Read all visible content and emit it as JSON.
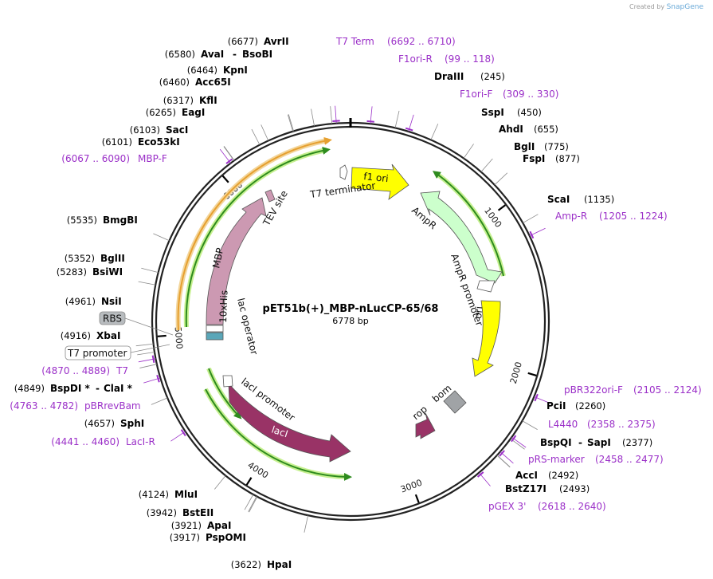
{
  "credit": {
    "prefix": "Created by",
    "brand": "SnapGene"
  },
  "plasmid": {
    "name": "pET51b(+)_MBP-nLucCP-65/68",
    "length": "6778 bp",
    "length_bp": 6778
  },
  "ticks": [
    {
      "label": "1000",
      "bp": 1000
    },
    {
      "label": "2000",
      "bp": 2000
    },
    {
      "label": "3000",
      "bp": 3000
    },
    {
      "label": "4000",
      "bp": 4000
    },
    {
      "label": "5000",
      "bp": 5000
    },
    {
      "label": "6000",
      "bp": 6000
    }
  ],
  "enzymes": [
    {
      "id": "avrii",
      "pos": "(6677)",
      "name": "AvrII",
      "bp": 6677
    },
    {
      "id": "avai",
      "pos": "(6580)",
      "name": "AvaI",
      "name2": "BsoBI",
      "bp": 6580
    },
    {
      "id": "kpni",
      "pos": "(6464)",
      "name": "KpnI",
      "bp": 6464
    },
    {
      "id": "acc65i",
      "pos": "(6460)",
      "name": "Acc65I",
      "bp": 6460
    },
    {
      "id": "kfli",
      "pos": "(6317)",
      "name": "KflI",
      "bp": 6317
    },
    {
      "id": "eagi",
      "pos": "(6265)",
      "name": "EagI",
      "bp": 6265
    },
    {
      "id": "saci",
      "pos": "(6103)",
      "name": "SacI",
      "bp": 6103
    },
    {
      "id": "eco53ki",
      "pos": "(6101)",
      "name": "Eco53kI",
      "bp": 6101
    },
    {
      "id": "bmgbi",
      "pos": "(5535)",
      "name": "BmgBI",
      "bp": 5535
    },
    {
      "id": "bglii",
      "pos": "(5352)",
      "name": "BglII",
      "bp": 5352
    },
    {
      "id": "bsiwi",
      "pos": "(5283)",
      "name": "BsiWI",
      "bp": 5283
    },
    {
      "id": "nsii",
      "pos": "(4961)",
      "name": "NsiI",
      "bp": 4961
    },
    {
      "id": "xbai",
      "pos": "(4916)",
      "name": "XbaI",
      "bp": 4916
    },
    {
      "id": "bspdi",
      "pos": "(4849)",
      "name": "BspDI *",
      "name2": "ClaI *",
      "bp": 4849
    },
    {
      "id": "sphi",
      "pos": "(4657)",
      "name": "SphI",
      "bp": 4657
    },
    {
      "id": "mlui",
      "pos": "(4124)",
      "name": "MluI",
      "bp": 4124
    },
    {
      "id": "bsteii",
      "pos": "(3942)",
      "name": "BstEII",
      "bp": 3942
    },
    {
      "id": "apai",
      "pos": "(3921)",
      "name": "ApaI",
      "bp": 3921
    },
    {
      "id": "pspomi",
      "pos": "(3917)",
      "name": "PspOMI",
      "bp": 3917
    },
    {
      "id": "hpai",
      "pos": "(3622)",
      "name": "HpaI",
      "bp": 3622
    },
    {
      "id": "draiii",
      "pos": "(245)",
      "name": "DraIII",
      "bp": 245
    },
    {
      "id": "sspi",
      "pos": "(450)",
      "name": "SspI",
      "bp": 450
    },
    {
      "id": "ahdi",
      "pos": "(655)",
      "name": "AhdI",
      "bp": 655
    },
    {
      "id": "bgli",
      "pos": "(775)",
      "name": "BglI",
      "bp": 775
    },
    {
      "id": "fspi",
      "pos": "(877)",
      "name": "FspI",
      "bp": 877
    },
    {
      "id": "scai",
      "pos": "(1135)",
      "name": "ScaI",
      "bp": 1135
    },
    {
      "id": "pcii",
      "pos": "(2260)",
      "name": "PciI",
      "bp": 2260
    },
    {
      "id": "bspqi",
      "pos": "(2377)",
      "name": "BspQI",
      "name2": "SapI",
      "bp": 2377
    },
    {
      "id": "acci",
      "pos": "(2492)",
      "name": "AccI",
      "bp": 2492
    },
    {
      "id": "bstz17i",
      "pos": "(2493)",
      "name": "BstZ17I",
      "bp": 2493
    }
  ],
  "primers": [
    {
      "id": "t7term",
      "name": "T7 Term",
      "range": "(6692 .. 6710)",
      "bp": 6701
    },
    {
      "id": "f1orir",
      "name": "F1ori-R",
      "range": "(99 .. 118)",
      "bp": 108
    },
    {
      "id": "f1orif",
      "name": "F1ori-F",
      "range": "(309 .. 330)",
      "bp": 320
    },
    {
      "id": "mbpf",
      "name": "MBP-F",
      "range": "(6067 .. 6090)",
      "bp": 6078
    },
    {
      "id": "ampr",
      "name": "Amp-R",
      "range": "(1205 .. 1224)",
      "bp": 1214
    },
    {
      "id": "t7",
      "name": "T7",
      "range": "(4870 .. 4889)",
      "bp": 4880
    },
    {
      "id": "pbrrevbam",
      "name": "pBRrevBam",
      "range": "(4763 .. 4782)",
      "bp": 4772
    },
    {
      "id": "lacir",
      "name": "LacI-R",
      "range": "(4441 .. 4460)",
      "bp": 4450
    },
    {
      "id": "pbr322orif",
      "name": "pBR322ori-F",
      "range": "(2105 .. 2124)",
      "bp": 2114
    },
    {
      "id": "l4440",
      "name": "L4440",
      "range": "(2358 .. 2375)",
      "bp": 2366
    },
    {
      "id": "prsmarker",
      "name": "pRS-marker",
      "range": "(2458 .. 2477)",
      "bp": 2467
    },
    {
      "id": "pgex3",
      "name": "pGEX 3'",
      "range": "(2618 .. 2640)",
      "bp": 2629
    }
  ],
  "features": {
    "f1_ori": "f1 ori",
    "t7_terminator": "T7 terminator",
    "ampr": "AmpR",
    "ampr_promoter": "AmpR promoter",
    "ori": "ori",
    "bom": "bom",
    "rop": "rop",
    "laci": "lacI",
    "laci_promoter": "lacI promoter",
    "lac_operator": "lac operator",
    "his_tag": "10xHis",
    "mbp": "MBP",
    "tev_site": "TEV site",
    "rbs": "RBS",
    "t7_promoter": "T7 promoter"
  },
  "colors": {
    "backbone": "#222222",
    "primer": "#9b30c8",
    "f1_ori": "#ffff00",
    "ori": "#ffff00",
    "ampr": "#ccffcc",
    "laci": "#993366",
    "rop": "#993366",
    "mbp": "#cc99b2",
    "bom": "#a0a3a6",
    "orf_arrow": "#2e8b1e",
    "orf_glow": "#c6f090",
    "mbp_orf_arrow": "#e6a030"
  }
}
